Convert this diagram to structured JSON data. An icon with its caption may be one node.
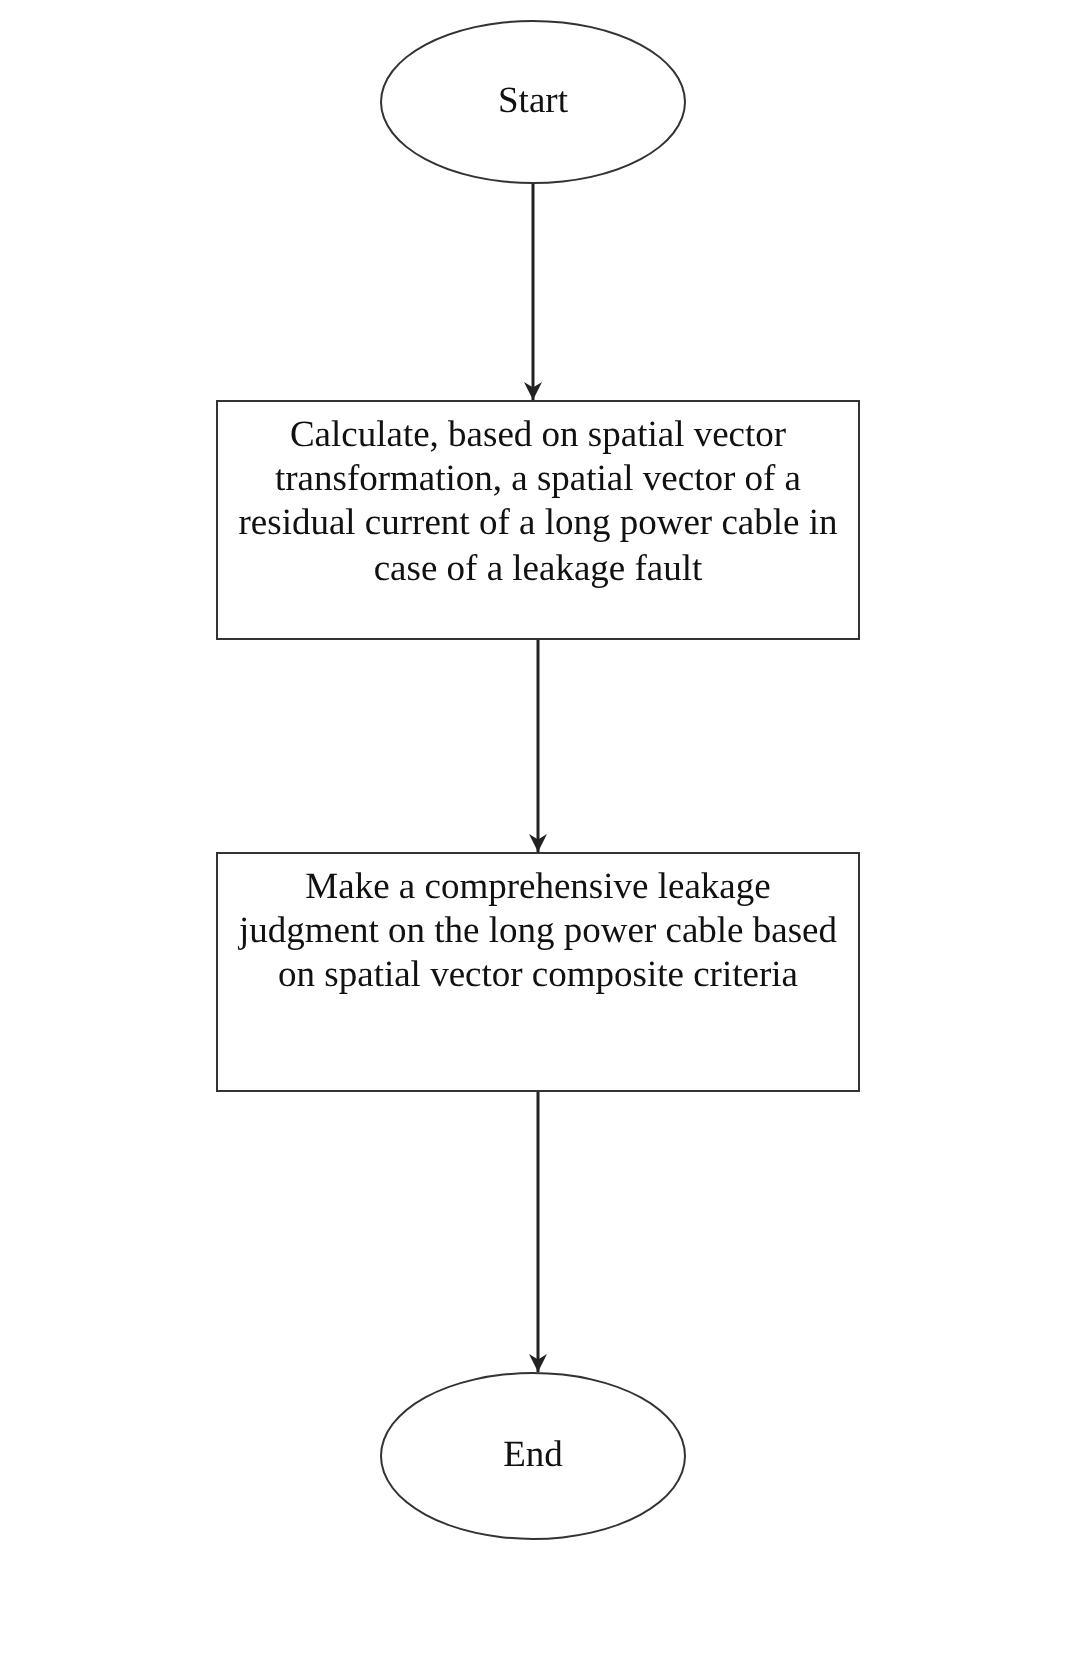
{
  "diagram": {
    "nodes": [
      {
        "text": [
          "Start"
        ]
      },
      {
        "text": [
          "Calculate, based on spatial vector transformation, a spatial vector of a residual current of a long power cable in case of a leakage fault"
        ]
      },
      {
        "text": [
          "Make a comprehensive leakage judgment on the long power cable based on spatial vector composite criteria"
        ]
      },
      {
        "text": [
          "End"
        ]
      }
    ],
    "edges": [
      {
        "from": 0,
        "to": 1,
        "arrow": "to"
      },
      {
        "from": 1,
        "to": 2,
        "arrow": "to"
      },
      {
        "from": 2,
        "to": 3,
        "arrow": "to"
      }
    ]
  }
}
